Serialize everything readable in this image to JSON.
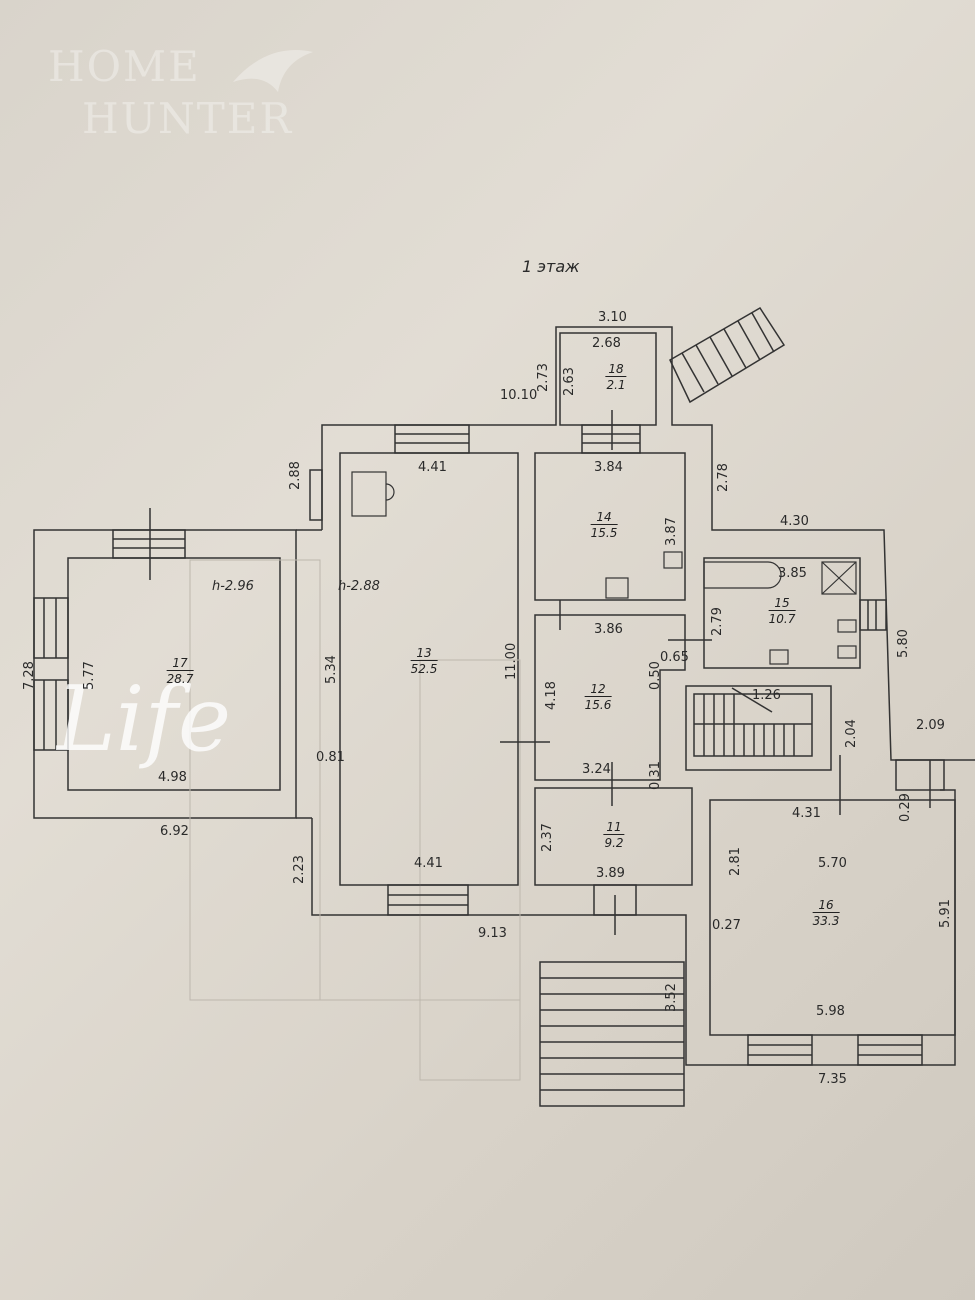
{
  "logo": {
    "line1": "HOME",
    "line2": "HUNTER"
  },
  "watermark": "Life",
  "floor_title": "1 этаж",
  "rooms": [
    {
      "id": "room-11",
      "num": "11",
      "area": "9.2"
    },
    {
      "id": "room-12",
      "num": "12",
      "area": "15.6"
    },
    {
      "id": "room-13",
      "num": "13",
      "area": "52.5"
    },
    {
      "id": "room-14",
      "num": "14",
      "area": "15.5"
    },
    {
      "id": "room-15",
      "num": "15",
      "area": "10.7"
    },
    {
      "id": "room-16",
      "num": "16",
      "area": "33.3"
    },
    {
      "id": "room-17",
      "num": "17",
      "area": "28.7"
    },
    {
      "id": "room-18",
      "num": "18",
      "area": "2.1"
    }
  ],
  "heights": {
    "left": "h-2.96",
    "hall": "h-2.88"
  },
  "dimensions": {
    "d310": "3.10",
    "d268": "2.68",
    "d273": "2.73",
    "d263": "2.63",
    "d1010": "10.10",
    "d288": "2.88",
    "d441a": "4.41",
    "d384": "3.84",
    "d278": "2.78",
    "d430": "4.30",
    "d387": "3.87",
    "d385": "3.85",
    "d279": "2.79",
    "d580": "5.80",
    "d386": "3.86",
    "d065": "0.65",
    "d050": "0.50",
    "d1100": "11.00",
    "d534": "5.34",
    "d418": "4.18",
    "d126": "1.26",
    "d204": "2.04",
    "d209": "2.09",
    "d081": "0.81",
    "d324": "3.24",
    "d031": "0.31",
    "d029": "0.29",
    "d431": "4.31",
    "d728": "7.28",
    "d577": "5.77",
    "d498": "4.98",
    "d692": "6.92",
    "d223": "2.23",
    "d237": "2.37",
    "d281": "2.81",
    "d570": "5.70",
    "d441b": "4.41",
    "d389": "3.89",
    "d027": "0.27",
    "d591": "5.91",
    "d913": "9.13",
    "d352": "3.52",
    "d598": "5.98",
    "d735": "7.35"
  }
}
